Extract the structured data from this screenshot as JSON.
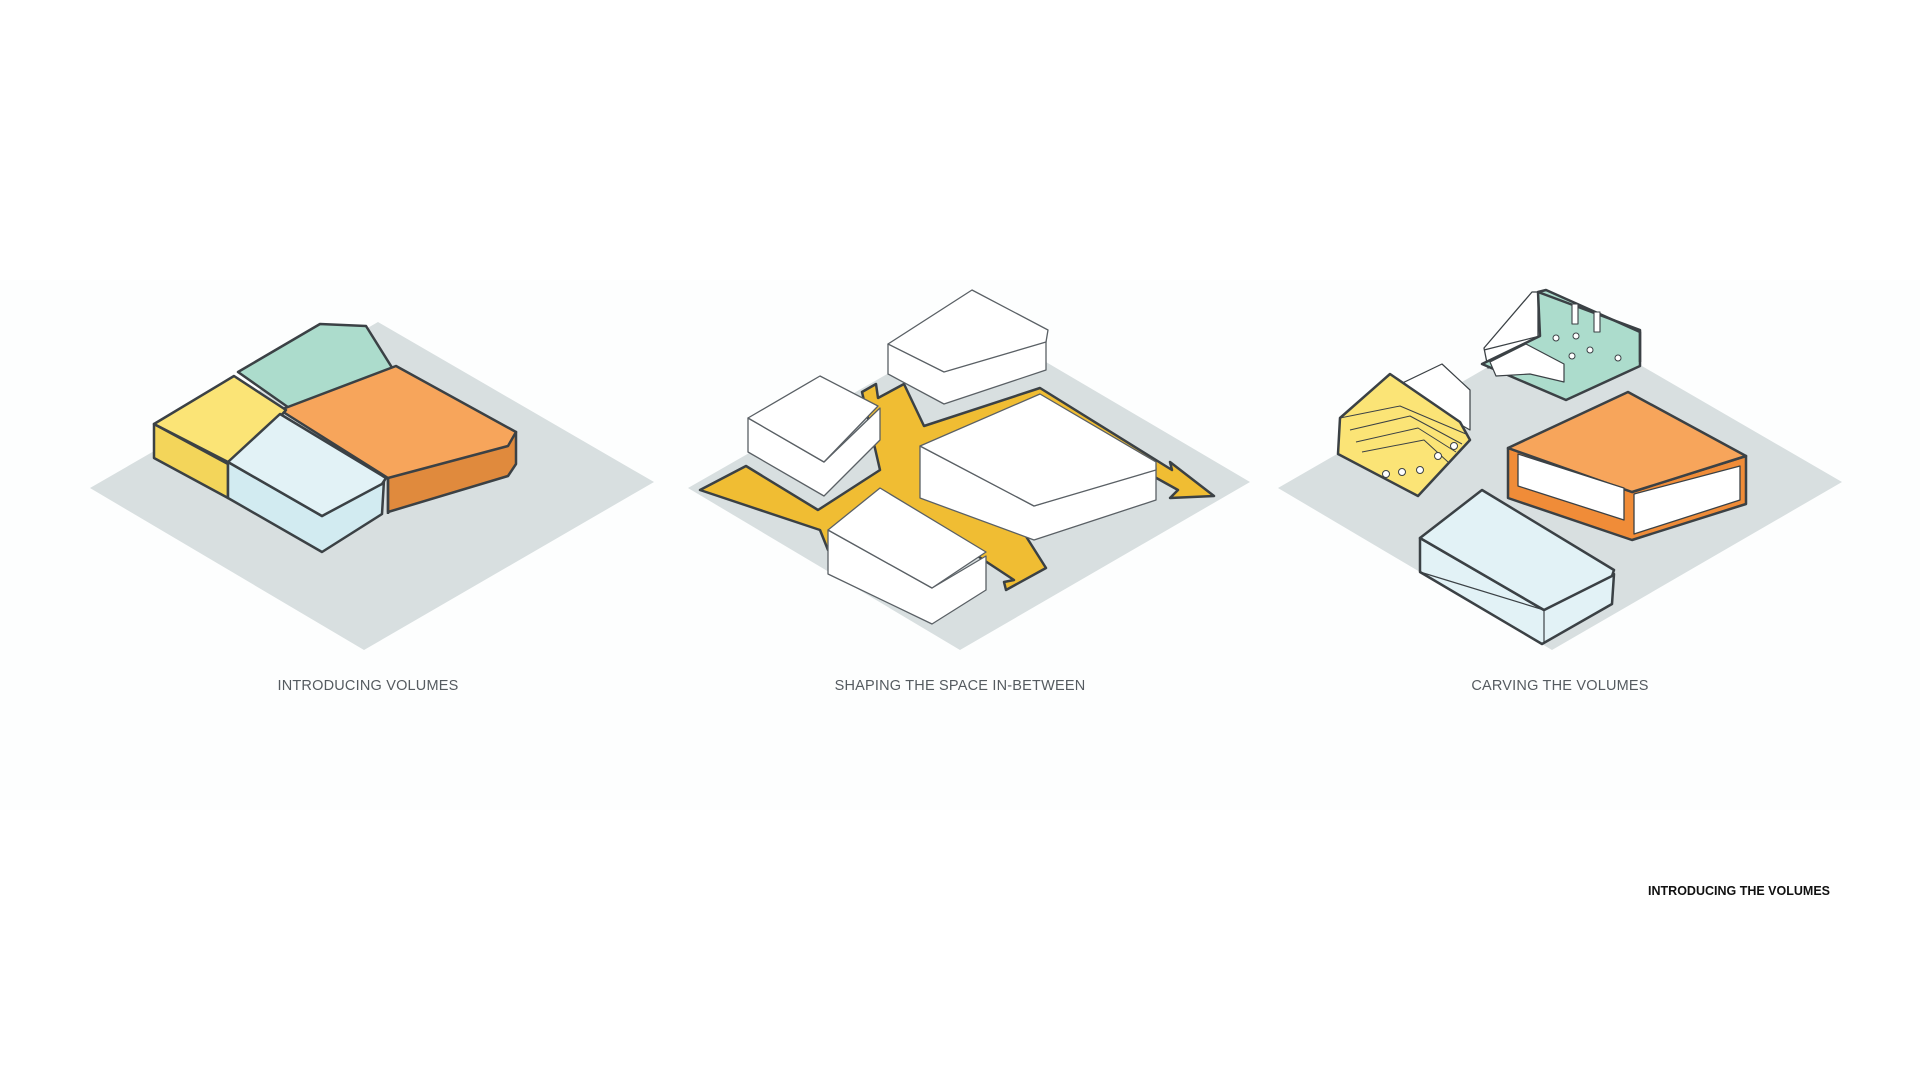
{
  "diagram": {
    "panels": [
      {
        "caption": "INTRODUCING VOLUMES"
      },
      {
        "caption": "SHAPING THE SPACE IN-BETWEEN"
      },
      {
        "caption": "CARVING THE VOLUMES"
      }
    ],
    "heading": "INTRODUCING THE VOLUMES",
    "colors": {
      "ground": "#d8dfe0",
      "outline": "#3b4145",
      "yellow": "#fbe476",
      "teal": "#acdccc",
      "orange": "#f7a55b",
      "light_blue": "#e2f2f6",
      "path": "#f0bd33",
      "white_volume": "#ffffff"
    }
  }
}
